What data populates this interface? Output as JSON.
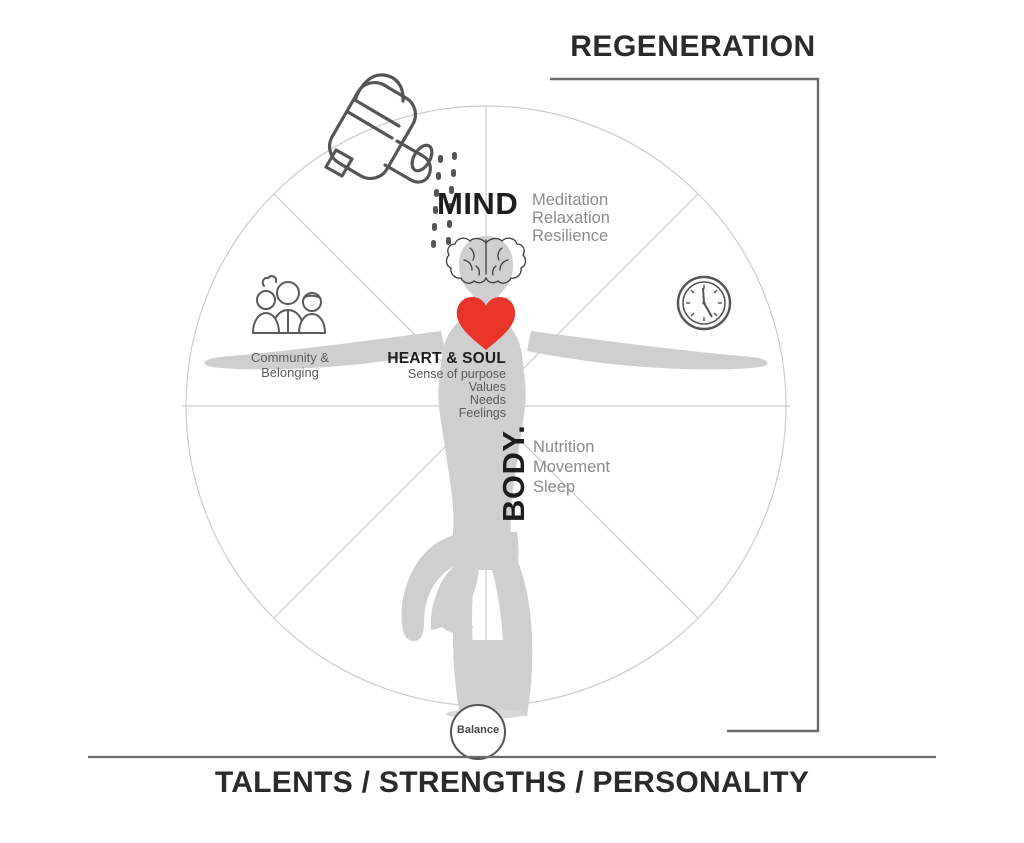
{
  "diagram": {
    "top_title": "REGENERATION",
    "bottom_title": "TALENTS / STRENGTHS / PERSONALITY",
    "center_hub_label": "Balance",
    "accent_color": "#e8342a",
    "body_silhouette_color": "#cfcfcf",
    "wheel_line_color": "#cccccc",
    "bracket_color": "#6a6a6a"
  },
  "sections": {
    "mind": {
      "label": "MIND",
      "items_text": "Meditation\nRelaxation\nResilience",
      "items": [
        "Meditation",
        "Relaxation",
        "Resilience"
      ]
    },
    "body": {
      "label": "BODY.",
      "items_text": "Nutrition\nMovement\nSleep",
      "items": [
        "Nutrition",
        "Movement",
        "Sleep"
      ]
    },
    "heart_soul": {
      "label": "HEART & SOUL",
      "items_text": "Sense of purpose\nValues\nNeeds\nFeelings",
      "items": [
        "Sense of purpose",
        "Values",
        "Needs",
        "Feelings"
      ]
    },
    "community": {
      "label_text": "Community &\nBelonging",
      "items": [
        "Community &",
        "Belonging"
      ]
    }
  },
  "icons": {
    "watering_can": "watering-can-icon",
    "clock": "clock-icon",
    "brain": "brain-icon",
    "heart": "heart-icon",
    "people_group": "people-group-icon"
  }
}
